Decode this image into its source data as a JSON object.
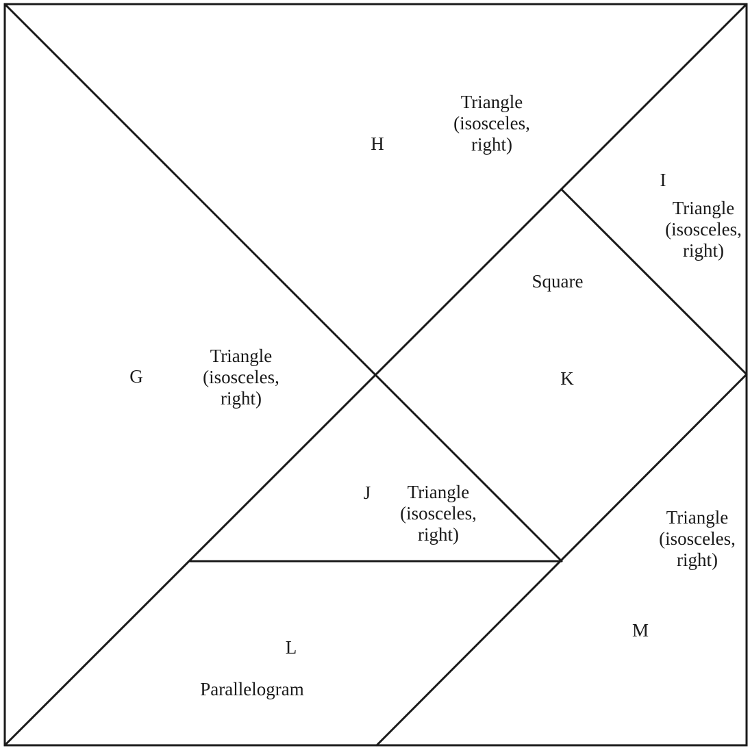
{
  "diagram": {
    "stroke_color": "#1a1a1a",
    "background_color": "#ffffff",
    "pieces": [
      {
        "letter": "G",
        "shape_lines": [
          "Triangle",
          "(isosceles,",
          "right)"
        ]
      },
      {
        "letter": "H",
        "shape_lines": [
          "Triangle",
          "(isosceles,",
          "right)"
        ]
      },
      {
        "letter": "I",
        "shape_lines": [
          "Triangle",
          "(isosceles,",
          "right)"
        ]
      },
      {
        "letter": "J",
        "shape_lines": [
          "Triangle",
          "(isosceles,",
          "right)"
        ]
      },
      {
        "letter": "K",
        "shape_lines": [
          "Square"
        ]
      },
      {
        "letter": "L",
        "shape_lines": [
          "Parallelogram"
        ]
      },
      {
        "letter": "M",
        "shape_lines": [
          "Triangle",
          "(isosceles,",
          "right)"
        ]
      }
    ]
  }
}
